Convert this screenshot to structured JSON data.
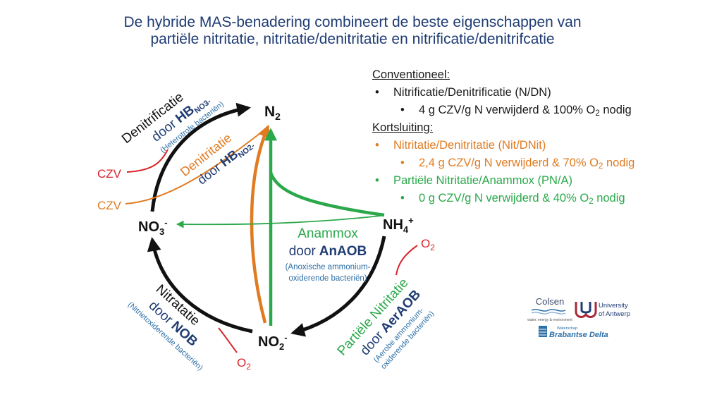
{
  "title": {
    "line1": "De hybride MAS-benadering combineert de beste eigenschappen van",
    "line2": "partiële nitritatie, nitritatie/denitritatie en nitrificatie/denitrifcatie"
  },
  "legend": {
    "conventional_header": "Conventioneel:",
    "ndn_label": "Nitrificatie/Denitrificatie (N/DN)",
    "ndn_detail_pre": "4 g CZV/g N verwijderd & 100% O",
    "ndn_detail_sub": "2",
    "ndn_detail_post": " nodig",
    "shortcut_header": "Kortsluiting:",
    "nit_label": "Nitritatie/Denitritatie (Nit/DNit)",
    "nit_detail_pre": "2,4 g CZV/g N verwijderd & 70% O",
    "nit_detail_sub": "2",
    "nit_detail_post": " nodig",
    "pna_label": "Partiële Nitritatie/Anammox (PN/A)",
    "pna_detail_pre": "0 g CZV/g N verwijderd & 40% O",
    "pna_detail_sub": "2",
    "pna_detail_post": " nodig",
    "bullet": "•"
  },
  "diagram": {
    "n2": "N",
    "n2_sub": "2",
    "no3": "NO",
    "no3_sub": "3",
    "no3_sup": "-",
    "no2": "NO",
    "no2_sub": "2",
    "no2_sup": "-",
    "nh4": "NH",
    "nh4_sub": "4",
    "nh4_sup": "+",
    "czv1": "CZV",
    "czv2": "CZV",
    "o2_label": "O",
    "o2_sub": "2",
    "denitrificatie": "Denitrificatie",
    "door": "door",
    "hb": "HB",
    "no3_small": "NO3-",
    "no2_small": "NO2-",
    "heterotrofe": "(Heterotrofe bacteriën)",
    "denitritatie": "Denitritatie",
    "anammox": "Anammox",
    "anaob": "AnAOB",
    "anoxische1": "(Anoxische ammonium-",
    "anoxische2": "oxiderende bacteriën)",
    "nitratatie": "Nitratatie",
    "nob": "NOB",
    "nitrietoxiderende": "(Nitrietoxiderende bacteriën)",
    "partiele_nitritatie": "Partiële Nitritatie",
    "aeraob": "AerAOB",
    "aerobe1": "(Aerobe ammonium-",
    "aerobe2": "oxiderende bacteriën)"
  },
  "logos": {
    "colsen": "Colsen",
    "colsen_tag": "water, energy & environment",
    "ua1": "University",
    "ua2": "of Antwerp",
    "ws_small": "Waterschap",
    "ws_big": "Brabantse Delta"
  },
  "colors": {
    "title": "#1f3c73",
    "orange": "#e07b22",
    "green": "#2aa84a",
    "red": "#d7262b",
    "navy": "#1f3c73",
    "blue_text": "#2d6fa8"
  }
}
